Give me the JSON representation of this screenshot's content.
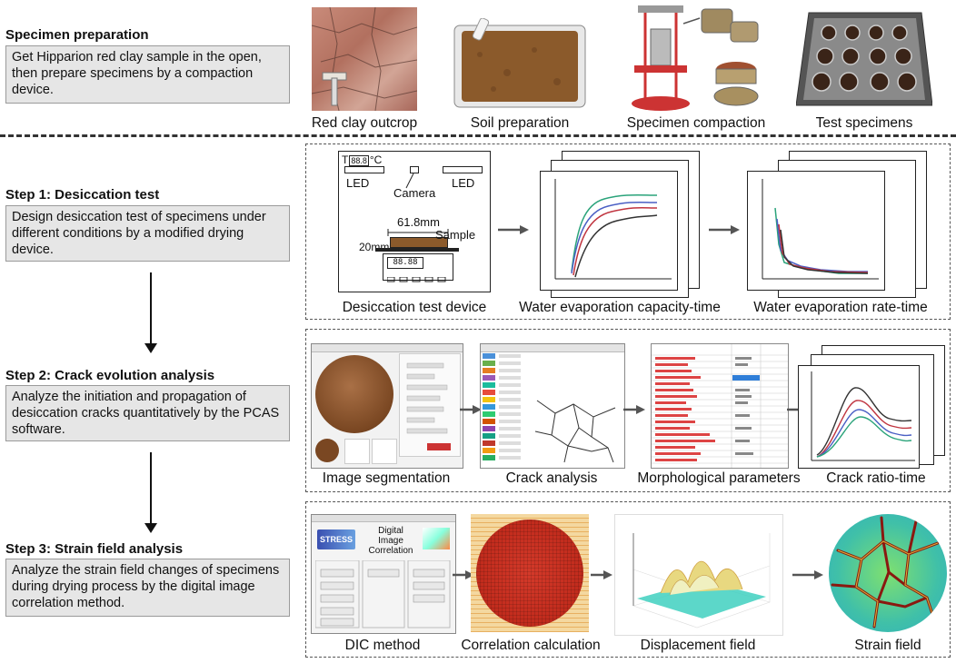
{
  "header": {
    "title": "Specimen preparation",
    "desc": "Get Hipparion red clay sample in the open, then prepare specimens by a compaction device."
  },
  "prep_captions": [
    "Red clay outcrop",
    "Soil preparation",
    "Specimen  compaction",
    "Test specimens"
  ],
  "step1": {
    "title": "Step 1: Desiccation test",
    "desc": "Design desiccation test of specimens under different conditions by a modified drying device.",
    "device_labels": {
      "temp": "T",
      "temp_display": "88.8",
      "temp_unit": "°C",
      "led_left": "LED",
      "led_right": "LED",
      "camera": "Camera",
      "diameter": "61.8mm",
      "height": "20mm",
      "sample": "Sample",
      "scale_display": "88.88"
    },
    "captions": [
      "Desiccation test device",
      "Water evaporation capacity-time",
      "Water evaporation rate-time"
    ]
  },
  "step2": {
    "title": "Step  2: Crack evolution  analysis",
    "desc": "Analyze the initiation and propagation of  desiccation cracks quantitatively by the PCAS  software.",
    "captions": [
      "Image segmentation",
      "Crack analysis",
      "Morphological parameters",
      "Crack ratio-time"
    ]
  },
  "step3": {
    "title": "Step 3: Strain field analysis",
    "desc": "Analyze the strain field changes of specimens during drying process by the digital image correlation method.",
    "dic_window": {
      "logo": "STRESS",
      "title_lines": [
        "Digital",
        "Image",
        "Correlation"
      ]
    },
    "captions": [
      "DIC method",
      "Correlation calculation",
      "Displacement field",
      "Strain field"
    ]
  },
  "colors": {
    "box_fill": "#e6e6e6",
    "clay": "#8b5a2b",
    "series": [
      "#2aa37a",
      "#4a5fc4",
      "#c0343f",
      "#333333"
    ]
  }
}
